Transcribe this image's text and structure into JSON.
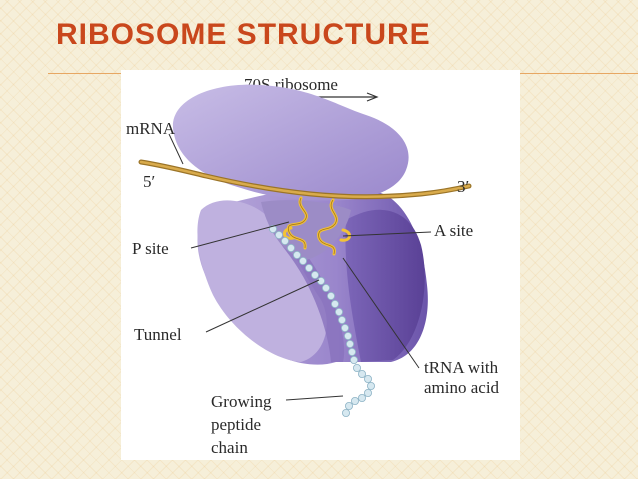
{
  "title": "RIBOSOME STRUCTURE",
  "diagram": {
    "heading": "70S ribosome",
    "labels": {
      "mrna": "mRNA",
      "five_prime": "5′",
      "three_prime": "3′",
      "p_site": "P site",
      "a_site": "A site",
      "tunnel": "Tunnel",
      "trna_line1": "tRNA with",
      "trna_line2": "amino acid",
      "growing_line1": "Growing",
      "growing_line2": "peptide",
      "growing_line3": "chain"
    }
  },
  "colors": {
    "title": "#c9471c",
    "ribosome_light": "#b3a3d6",
    "ribosome_mid": "#8f7bc4",
    "ribosome_dark": "#6a52a8",
    "mrna": "#c99a3b",
    "trna": "#f2c236",
    "peptide": "#d3e6ef"
  }
}
